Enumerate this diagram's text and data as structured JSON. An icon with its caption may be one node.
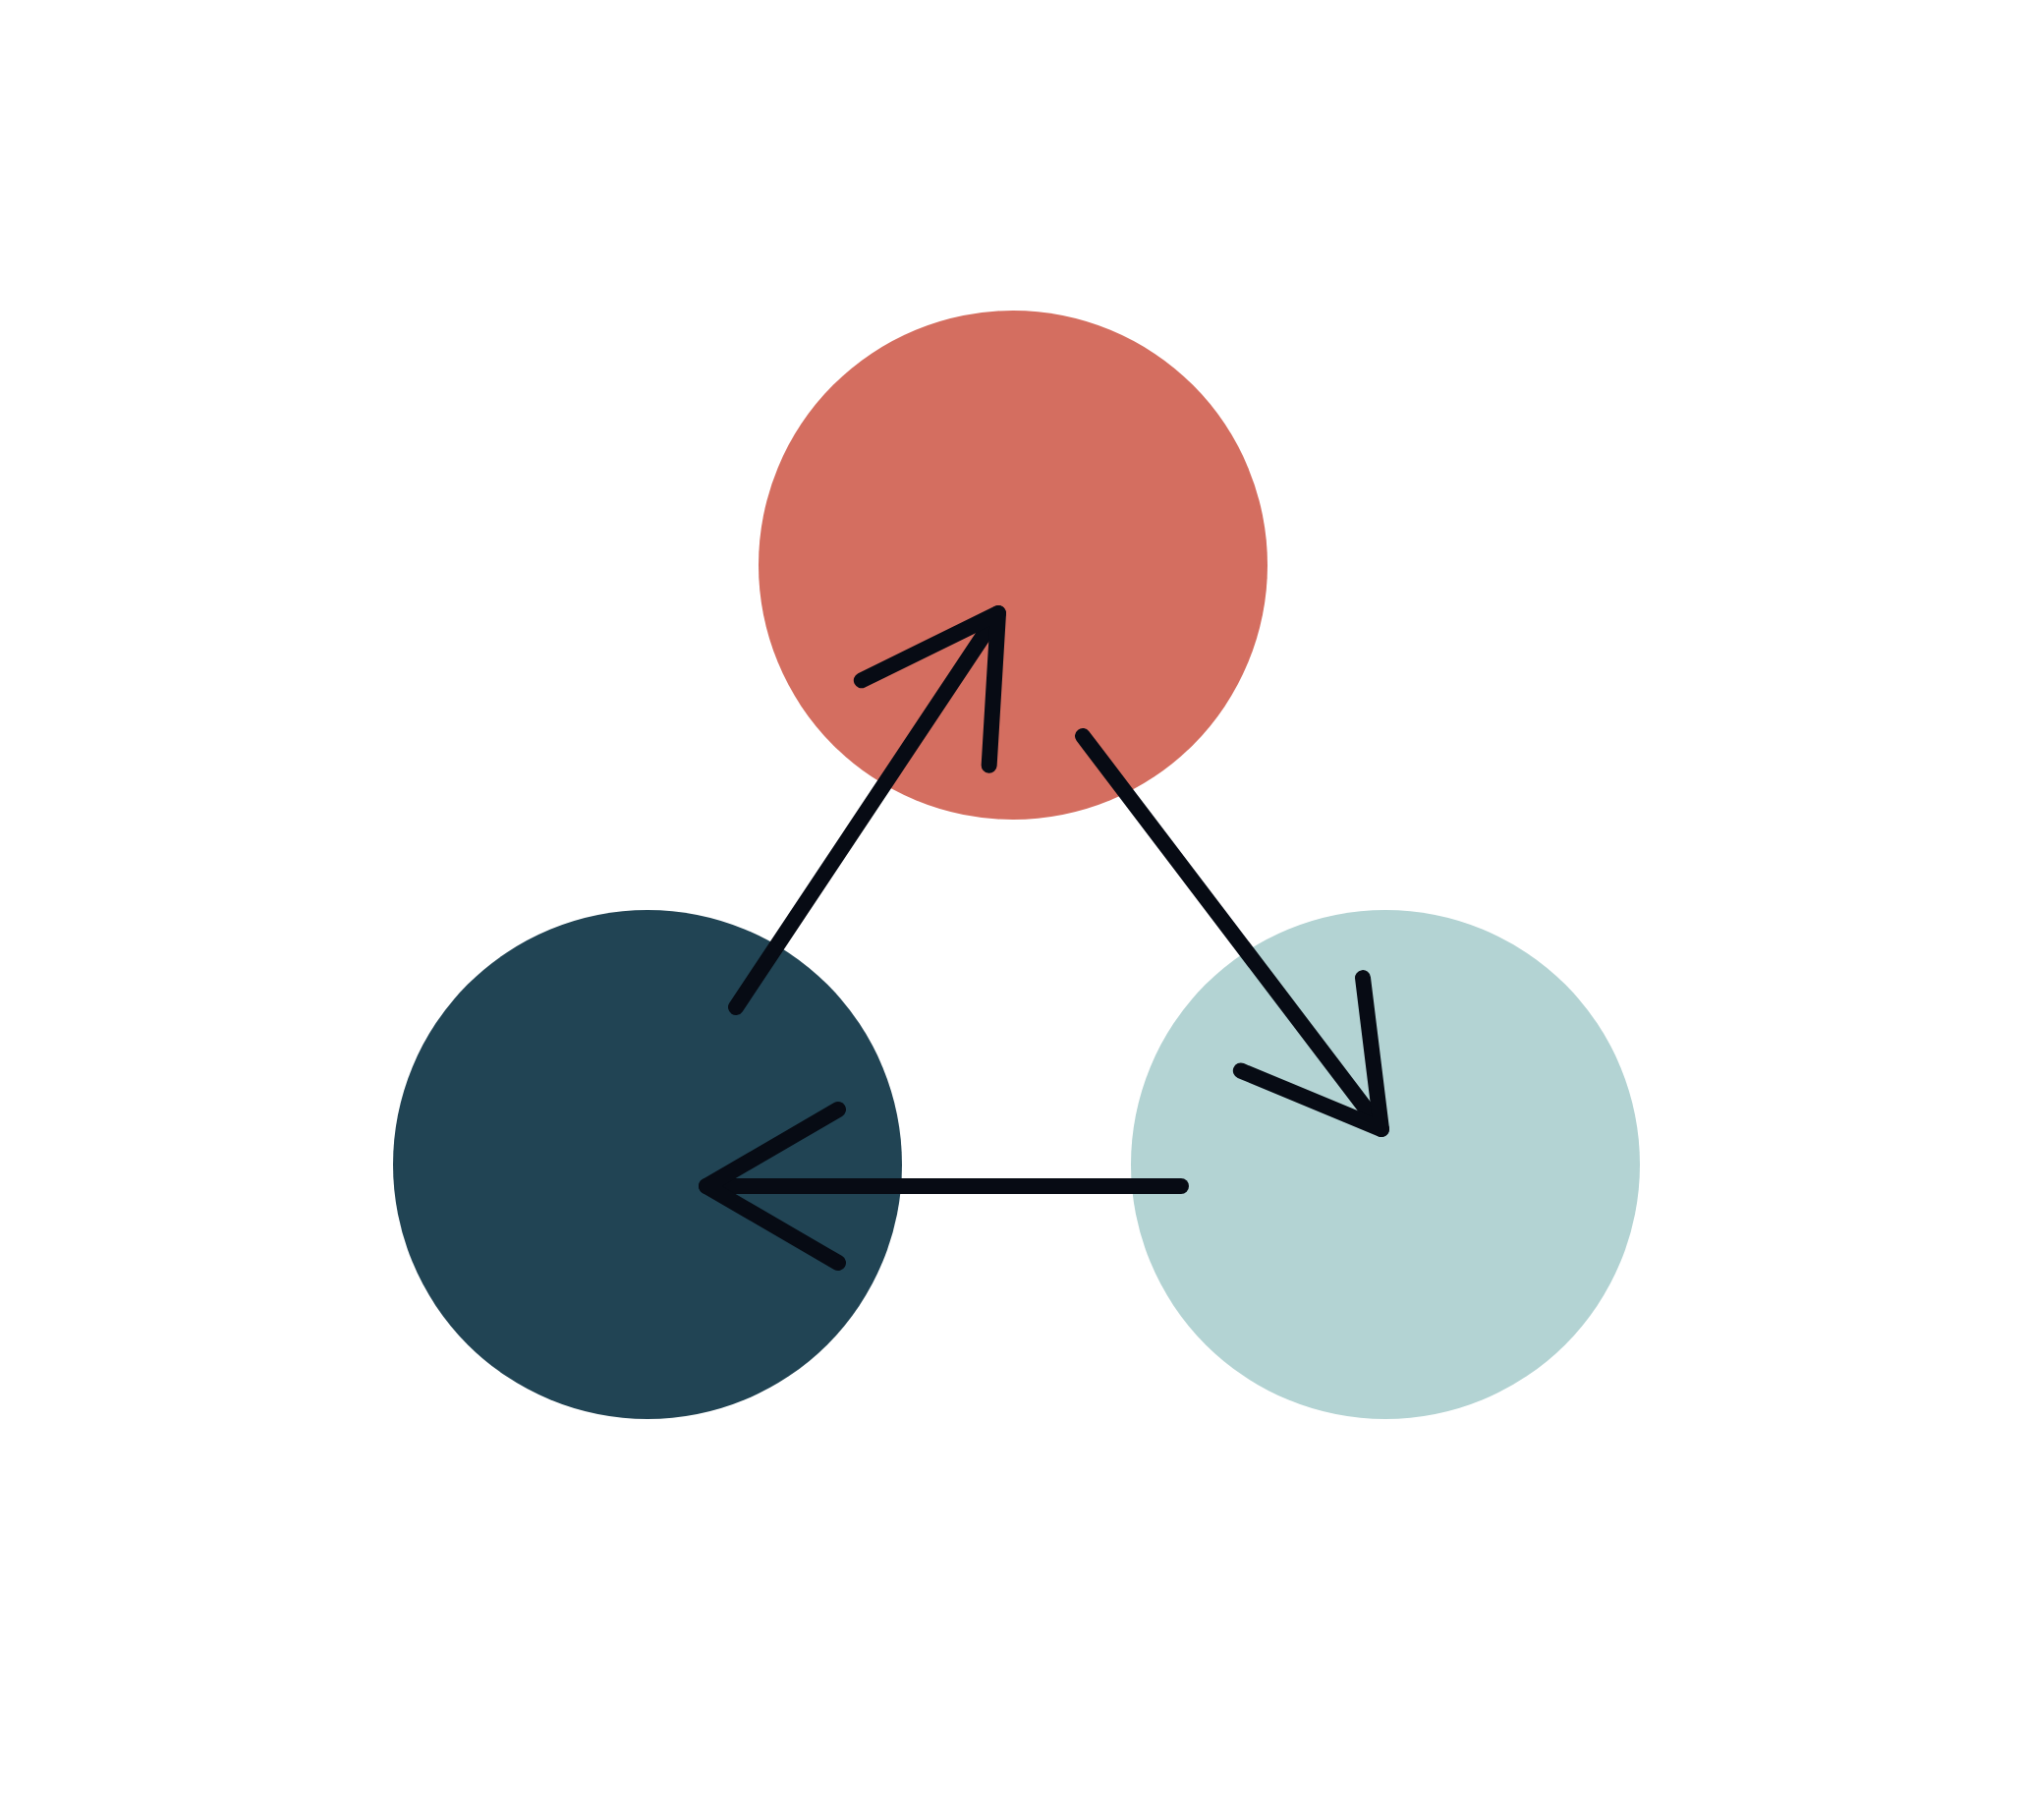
{
  "diagram": {
    "nodes": [
      {
        "text": [],
        "shape": "circle"
      },
      {
        "text": [],
        "shape": "circle"
      },
      {
        "text": [],
        "shape": "circle"
      }
    ],
    "edges": [
      {
        "from": 1,
        "to": 0,
        "arrow": "to"
      },
      {
        "from": 0,
        "to": 2,
        "arrow": "to"
      },
      {
        "from": 2,
        "to": 1,
        "arrow": "to"
      }
    ]
  }
}
